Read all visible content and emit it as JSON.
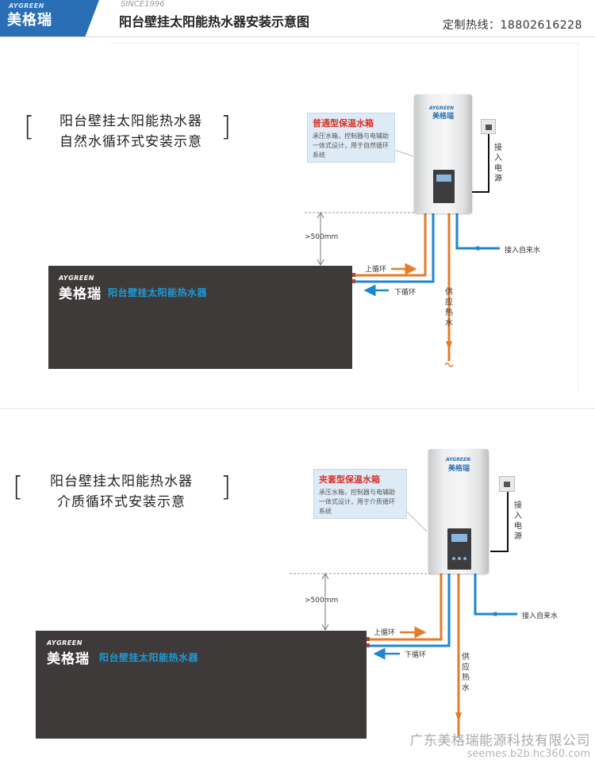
{
  "header": {
    "logo_en": "AYGREEN",
    "logo_cn": "美格瑞",
    "since": "SINCE1996",
    "title": "阳台壁挂太阳能热水器安装示意图",
    "hotline": "定制热线：18802616228"
  },
  "diagram1": {
    "title_line1": "阳台壁挂太阳能热水器",
    "title_line2": "自然水循环式安装示意",
    "callout_title": "普通型保温水箱",
    "callout_body": "承压水箱，控制器与电辅助一体式设计，用于自然循环系统",
    "tank_logo_en": "AYGREEN",
    "tank_logo_cn": "美格瑞",
    "power_label": "接入电源",
    "distance_label": ">500mm",
    "upper_loop": "上循环",
    "lower_loop": "下循环",
    "tap_water": "接入自来水",
    "hot_water": "供应热水",
    "panel_logo_en": "AYGREEN",
    "panel_logo_cn": "美格瑞",
    "panel_name": "阳台壁挂太阳能热水器"
  },
  "diagram2": {
    "title_line1": "阳台壁挂太阳能热水器",
    "title_line2": "介质循环式安装示意",
    "callout_title": "夹套型保温水箱",
    "callout_body": "承压水箱，控制器与电辅助一体式设计，用于介质循环系统",
    "tank_logo_en": "AYGREEN",
    "tank_logo_cn": "美格瑞",
    "power_label": "接入电源",
    "distance_label": ">500mm",
    "upper_loop": "上循环",
    "lower_loop": "下循环",
    "tap_water": "接入自来水",
    "hot_water": "供应热水",
    "panel_logo_en": "AYGREEN",
    "panel_logo_cn": "美格瑞",
    "panel_name": "阳台壁挂太阳能热水器"
  },
  "watermark": {
    "company": "广东美格瑞能源科技有限公司",
    "url": "seemes.b2b.hc360.com"
  },
  "colors": {
    "brand_blue": "#2a6fb6",
    "hot_pipe": "#e47d2b",
    "cold_pipe": "#1f86d0",
    "panel": "#3e3a39",
    "callout_title": "#d9322a"
  }
}
